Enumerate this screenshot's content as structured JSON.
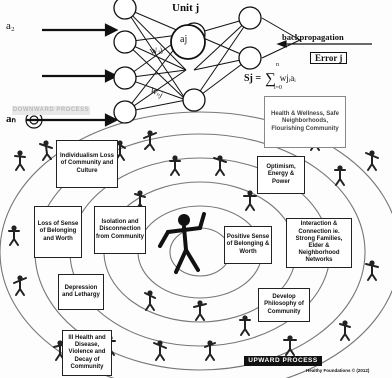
{
  "network": {
    "input_a2": "a₂",
    "input_an": "aₙ",
    "unit_title": "Unit j",
    "activation": "aj",
    "weight_2j": "W₂j",
    "weight_nj": "Wₙj",
    "backprop": "backpropagation",
    "error": "Error j",
    "formula_lhs": "Sj =",
    "formula_sum": "∑",
    "formula_rhs": "wjᵢaᵢ",
    "formula_sub": "i=0",
    "formula_sup": "n"
  },
  "boxes": {
    "health": "Health & Wellness, Safe Neighborhoods, Flourishing Community",
    "individualism": "Individualism Loss of Community and Culture",
    "optimism": "Optimism, Energy & Power",
    "loss_belonging": "Loss of Sense of Belonging and Worth",
    "isolation": "Isolation and Disconnection from Community",
    "positive": "Positive Sense of Belonging & Worth",
    "interaction": "Interaction & Connection ie. Strong Families, Elder & Neighborhood Networks",
    "depression": "Depression and Lethargy",
    "philosophy": "Develop Philosophy of Community",
    "ill_health": "Ill Health and Disease, Violence and Decay of Community"
  },
  "banners": {
    "upward": "UPWARD PROCESS",
    "downward": "DOWNWARD PROCESS"
  },
  "credit": "Healthy Foundations © (2012)",
  "colors": {
    "ink": "#111111",
    "paper": "#ffffff",
    "faint": "#bbbbbb"
  }
}
